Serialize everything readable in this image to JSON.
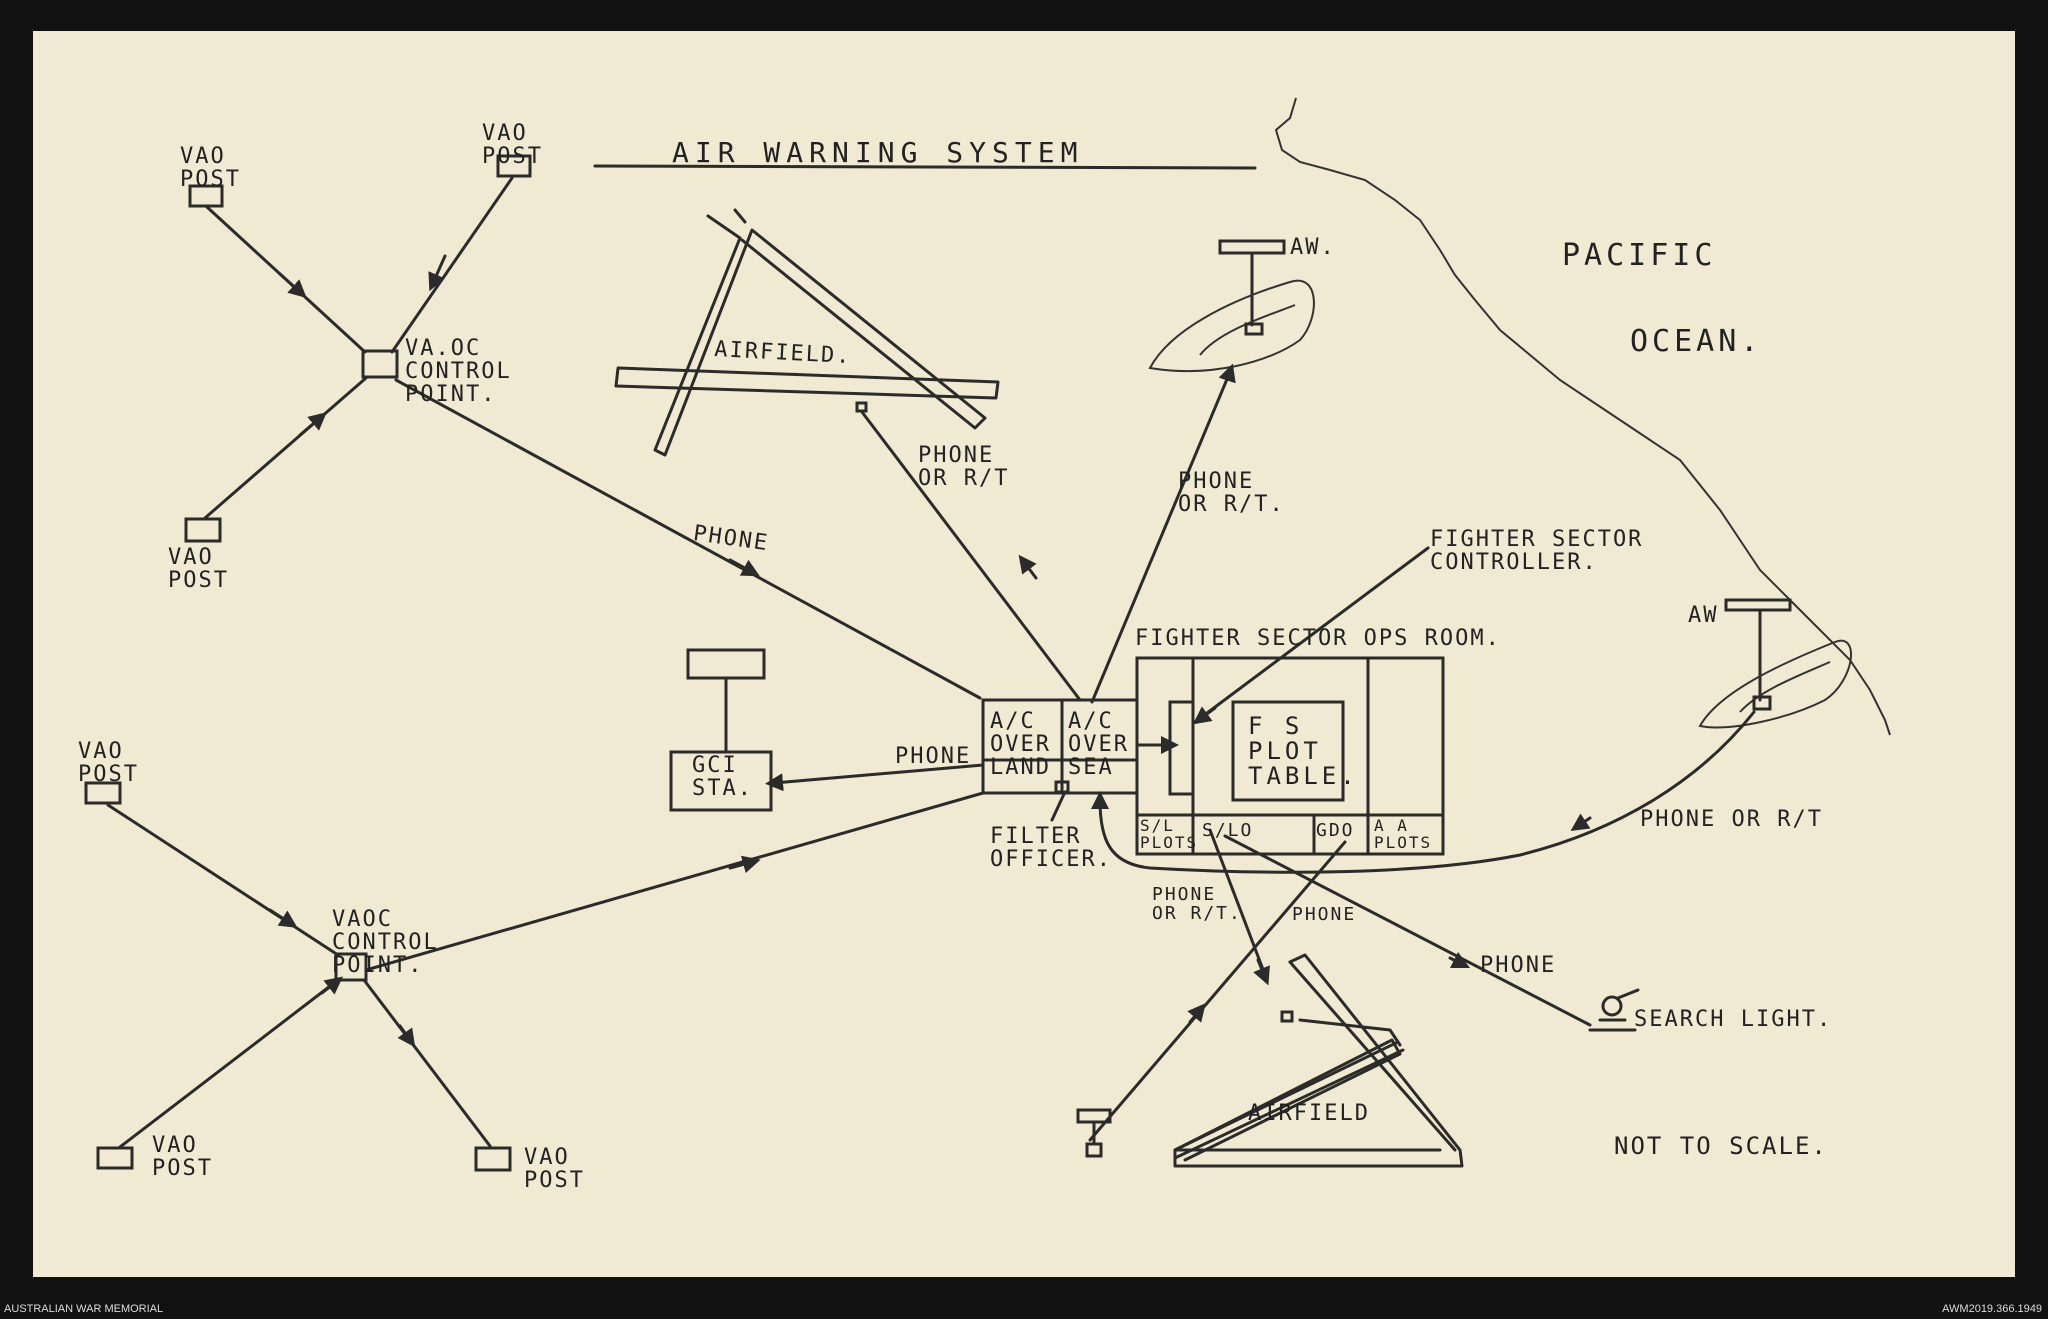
{
  "title": "AIR WARNING SYSTEM",
  "labels": {
    "vao_post": "VAO\nPOST",
    "vao_post_b": "VAO\nPOST",
    "vao_post_c": "VAO\nPOST",
    "vao_post_d": "VAO\nPOST",
    "vao_post_e": "VAO\nPOST",
    "vao_post_f": "VAO\nPOST",
    "vaoc_control_point_top": "VA.OC\nCONTROL\nPOINT.",
    "vaoc_control_point_bottom": "VAOC\nCONTROL\nPOINT.",
    "airfield_top": "AIRFIELD.",
    "airfield_bottom": "AIRFIELD",
    "aw_top": "AW.",
    "aw_right": "AW",
    "pacific": "PACIFIC",
    "ocean": "OCEAN.",
    "phone_1": "PHONE",
    "phone_or_rt_1": "PHONE\nOR R/T",
    "phone_or_rt_2": "PHONE\nOR R/T.",
    "fighter_sector_controller": "FIGHTER SECTOR\nCONTROLLER.",
    "fighter_sector_ops_room": "FIGHTER SECTOR OPS ROOM.",
    "ac_over_land": "A/C\nOVER\nLAND",
    "ac_over_sea": "A/C\nOVER\nSEA",
    "fs_plot_table": "F S\nPLOT\nTABLE.",
    "sl_plots": "S/L\nPLOTS",
    "slo": "S/LO",
    "gdo": "GDO",
    "aa_plots": "A A\nPLOTS",
    "gci_sta": "GCI\nSTA.",
    "phone_gci": "PHONE",
    "filter_officer": "FILTER\nOFFICER.",
    "phone_or_rt_3": "PHONE OR R/T",
    "phone_or_rt_4": "PHONE\nOR R/T.",
    "phone_2": "PHONE",
    "phone_3": "PHONE",
    "search_light": "SEARCH LIGHT.",
    "not_to_scale": "NOT TO SCALE."
  },
  "footer": {
    "left": "AUSTRALIAN WAR MEMORIAL",
    "right": "AWM2019.366.1949"
  },
  "colors": {
    "paper": "#efead1",
    "ink": "#2b2b2b",
    "border": "#111111"
  }
}
